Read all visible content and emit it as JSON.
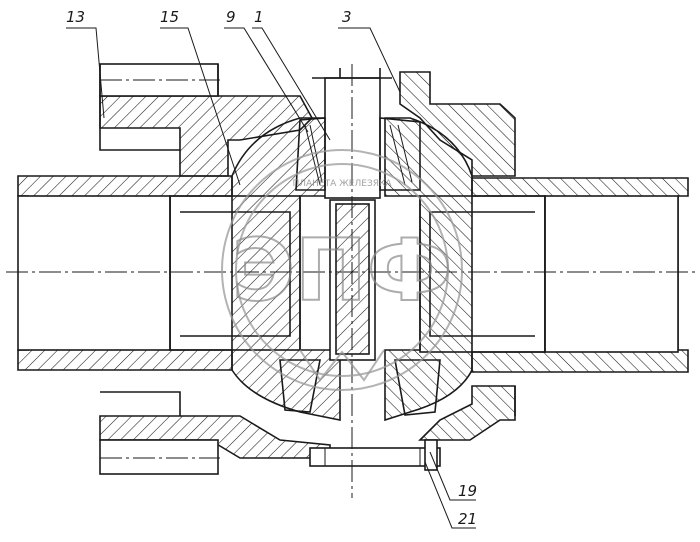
{
  "drawing": {
    "callouts": [
      {
        "id": "13",
        "text": "13"
      },
      {
        "id": "15",
        "text": "15"
      },
      {
        "id": "9",
        "text": "9"
      },
      {
        "id": "1",
        "text": "1"
      },
      {
        "id": "3",
        "text": "3"
      },
      {
        "id": "19",
        "text": "19"
      },
      {
        "id": "21",
        "text": "21"
      }
    ],
    "watermark": {
      "logo_text": "ЭПФ",
      "ring_text": "ПЛАНЕТА ЖЕЛЕЗЯКА"
    },
    "colors": {
      "ink": "#1a1a1a",
      "watermark": "#8a8a8a"
    }
  }
}
